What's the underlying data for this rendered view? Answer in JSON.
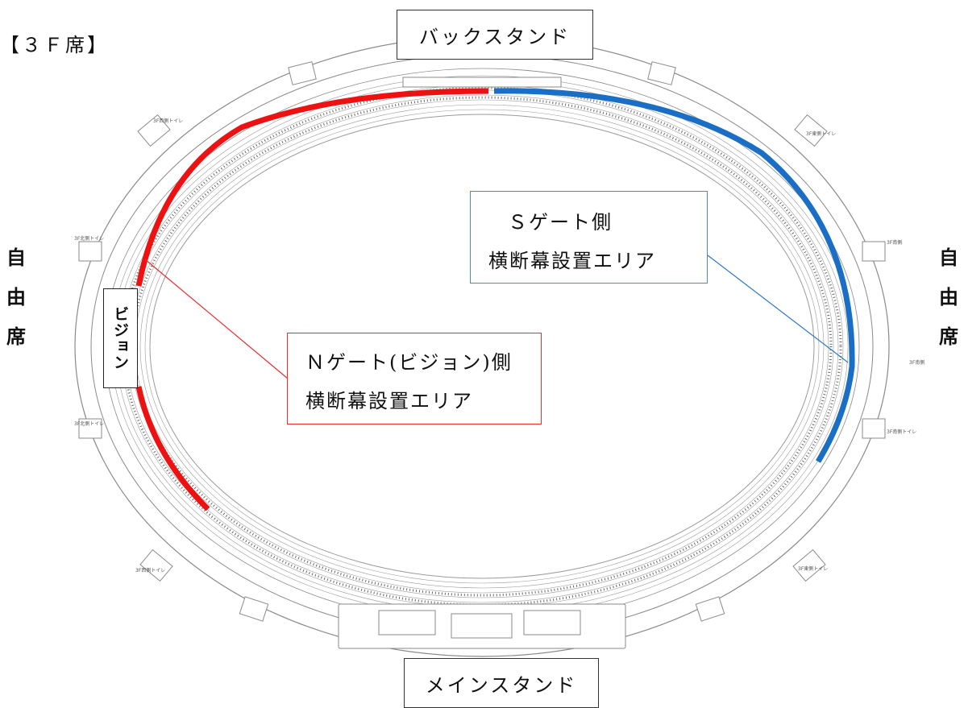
{
  "floor_label": "【３Ｆ席】",
  "stands": {
    "back": "バックスタンド",
    "main": "メインスタンド"
  },
  "free_seat_label": [
    "自",
    "由",
    "席"
  ],
  "vision_label": "ビジョン",
  "callouts": {
    "s_gate": {
      "line1": "Ｓゲート側",
      "line2": "横断幕設置エリア"
    },
    "n_gate": {
      "line1": "Ｎゲート(ビジョン)側",
      "line2": "横断幕設置エリア"
    }
  },
  "colors": {
    "n_gate_area": "#ee1111",
    "s_gate_area": "#1a6fc4",
    "outline": "#8a8a8a"
  }
}
